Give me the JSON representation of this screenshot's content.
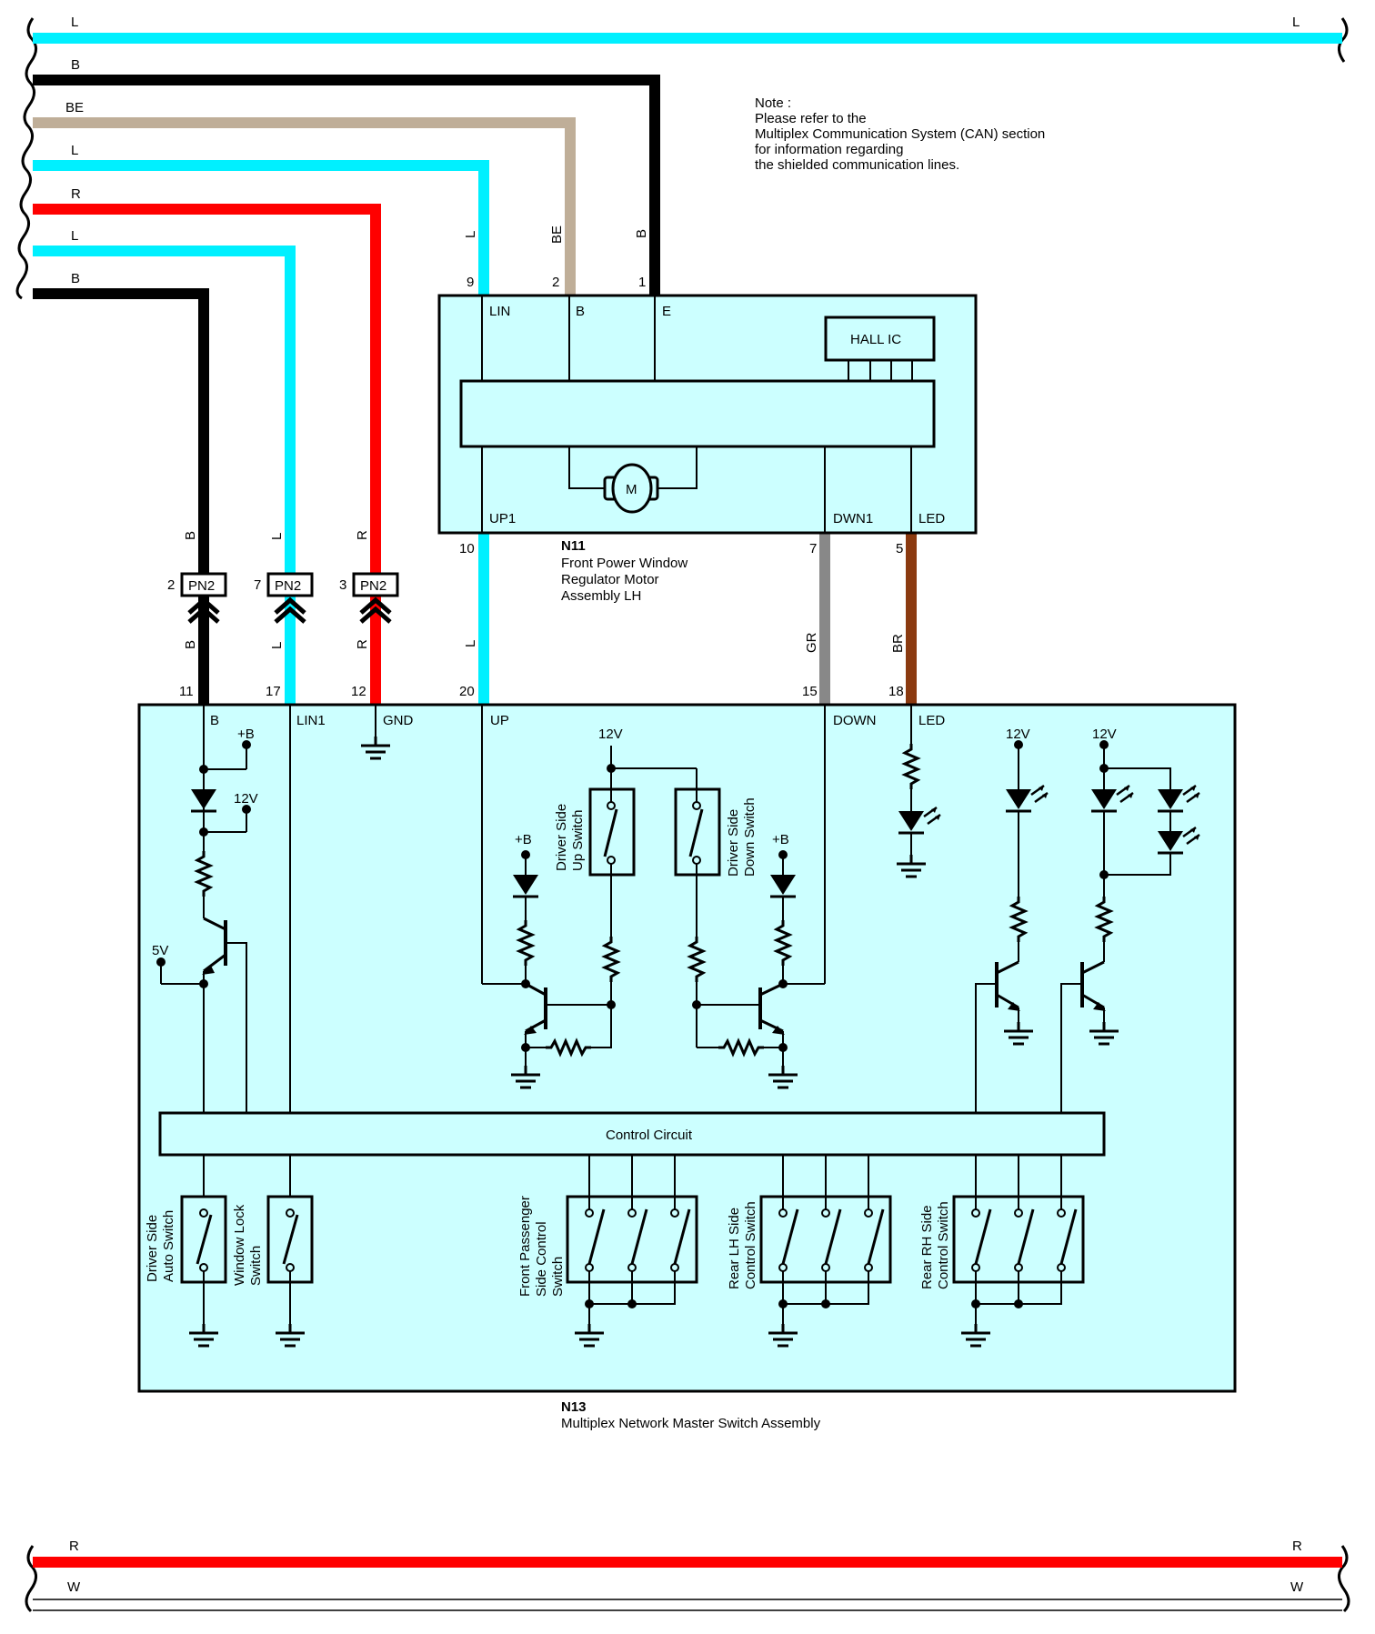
{
  "colors": {
    "L": "#00f0ff",
    "B": "#000000",
    "BE": "#bfae98",
    "R": "#ff0000",
    "GR": "#888888",
    "BR": "#8b3a10",
    "W": "#ffffff",
    "box_fill": "#ccffff"
  },
  "note": {
    "line1": "Note :",
    "line2": "Please refer to the",
    "line3": "Multiplex Communication System (CAN) section",
    "line4": "for information regarding",
    "line5": "the shielded communication lines."
  },
  "buses": {
    "top_L_left": "L",
    "top_L_right": "L",
    "wire_B1": "B",
    "wire_BE": "BE",
    "wire_L1": "L",
    "wire_R": "R",
    "wire_L2": "L",
    "wire_B2": "B",
    "bot_R_left": "R",
    "bot_R_right": "R",
    "bot_W_left": "W",
    "bot_W_right": "W"
  },
  "n11": {
    "id": "N11",
    "name_line1": "Front Power Window",
    "name_line2": "Regulator Motor",
    "name_line3": "Assembly LH",
    "term_lin": "LIN",
    "term_b": "B",
    "term_e": "E",
    "hall": "HALL IC",
    "motor": "M",
    "term_up1": "UP1",
    "term_dwn1": "DWN1",
    "term_led": "LED",
    "pin_lin": "9",
    "pin_b": "2",
    "pin_e": "1",
    "pin_up1": "10",
    "pin_dwn1": "7",
    "pin_led": "5",
    "wire_lin": "L",
    "wire_b": "BE",
    "wire_e": "B",
    "wire_up1": "L",
    "wire_dwn1": "GR",
    "wire_led": "BR"
  },
  "connectors": [
    {
      "pin": "2",
      "name": "PN2",
      "wire_top": "B",
      "wire_bottom": "B"
    },
    {
      "pin": "7",
      "name": "PN2",
      "wire_top": "L",
      "wire_bottom": "L"
    },
    {
      "pin": "3",
      "name": "PN2",
      "wire_top": "R",
      "wire_bottom": "R"
    }
  ],
  "n13": {
    "id": "N13",
    "name": "Multiplex Network Master Switch Assembly",
    "pins": {
      "b": "11",
      "lin1": "17",
      "gnd": "12",
      "up": "20",
      "down": "15",
      "led": "18"
    },
    "terms": {
      "b": "B",
      "lin1": "LIN1",
      "gnd": "GND",
      "up": "UP",
      "down": "DOWN",
      "led": "LED"
    },
    "plus_b": "+B",
    "v12": "12V",
    "v5": "5V",
    "control_circuit": "Control Circuit",
    "sw_up_1": "Driver Side",
    "sw_up_2": "Up Switch",
    "sw_down_1": "Driver Side",
    "sw_down_2": "Down Switch",
    "sw_auto_1": "Driver Side",
    "sw_auto_2": "Auto Switch",
    "sw_lock_1": "Window Lock",
    "sw_lock_2": "Switch",
    "sw_fp_1": "Front Passenger",
    "sw_fp_2": "Side Control",
    "sw_fp_3": "Switch",
    "sw_rl_1": "Rear LH Side",
    "sw_rl_2": "Control Switch",
    "sw_rr_1": "Rear RH Side",
    "sw_rr_2": "Control Switch"
  }
}
